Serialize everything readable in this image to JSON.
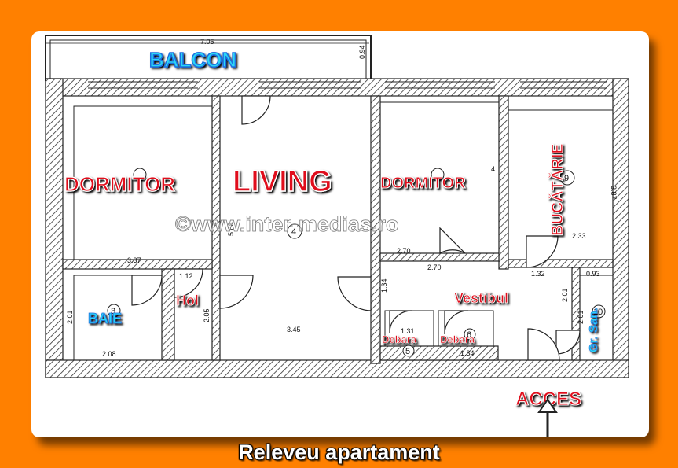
{
  "labels": {
    "balcon": "BALCON",
    "dormitor_left": "DORMITOR",
    "living": "LIVING",
    "dormitor_right": "DORMITOR",
    "bucatarie": "BUCĂTĂRIE",
    "baie": "BAIE",
    "hol": "Hol",
    "vestibul": "Vestibul",
    "debara1": "Debara",
    "debara2": "Debara",
    "gr_san": "Gr. San.",
    "acces": "ACCES",
    "watermark": "©www.inter-medias.ro"
  },
  "room_numbers": {
    "living": "4",
    "bucatarie": "9",
    "baie": "3",
    "gr_san": "10",
    "debara1": "5",
    "debara2": "6"
  },
  "dimensions": {
    "balcony_width": "7.05",
    "balcony_depth": "0.94",
    "dormitor_left_width": "3.37",
    "living_height": "5.88",
    "living_width": "3.45",
    "hol_width": "1.12",
    "baie_width": "2.08",
    "baie_height": "2.01",
    "hol_height": "2.05",
    "dormitor_right_w1": "2.70",
    "dormitor_right_w2": "2.70",
    "bucatarie_width": "2.33",
    "bucatarie_height": "3.87",
    "vestibul_height": "1.34",
    "vestibul_w": "1.32",
    "debara_w1": "1.31",
    "debara_w2": "1.34",
    "gr_san_width": "0.93",
    "gr_san_h1": "2.01",
    "gr_san_h2": "2.01",
    "dormitor_right_h": "4"
  },
  "caption": "Releveu apartament",
  "colors": {
    "background": "#ff8000",
    "room_label_red": "#e0101a",
    "label_cyan": "#2ad7f5",
    "label_blue": "#1f6fe0",
    "wall": "#222222"
  }
}
